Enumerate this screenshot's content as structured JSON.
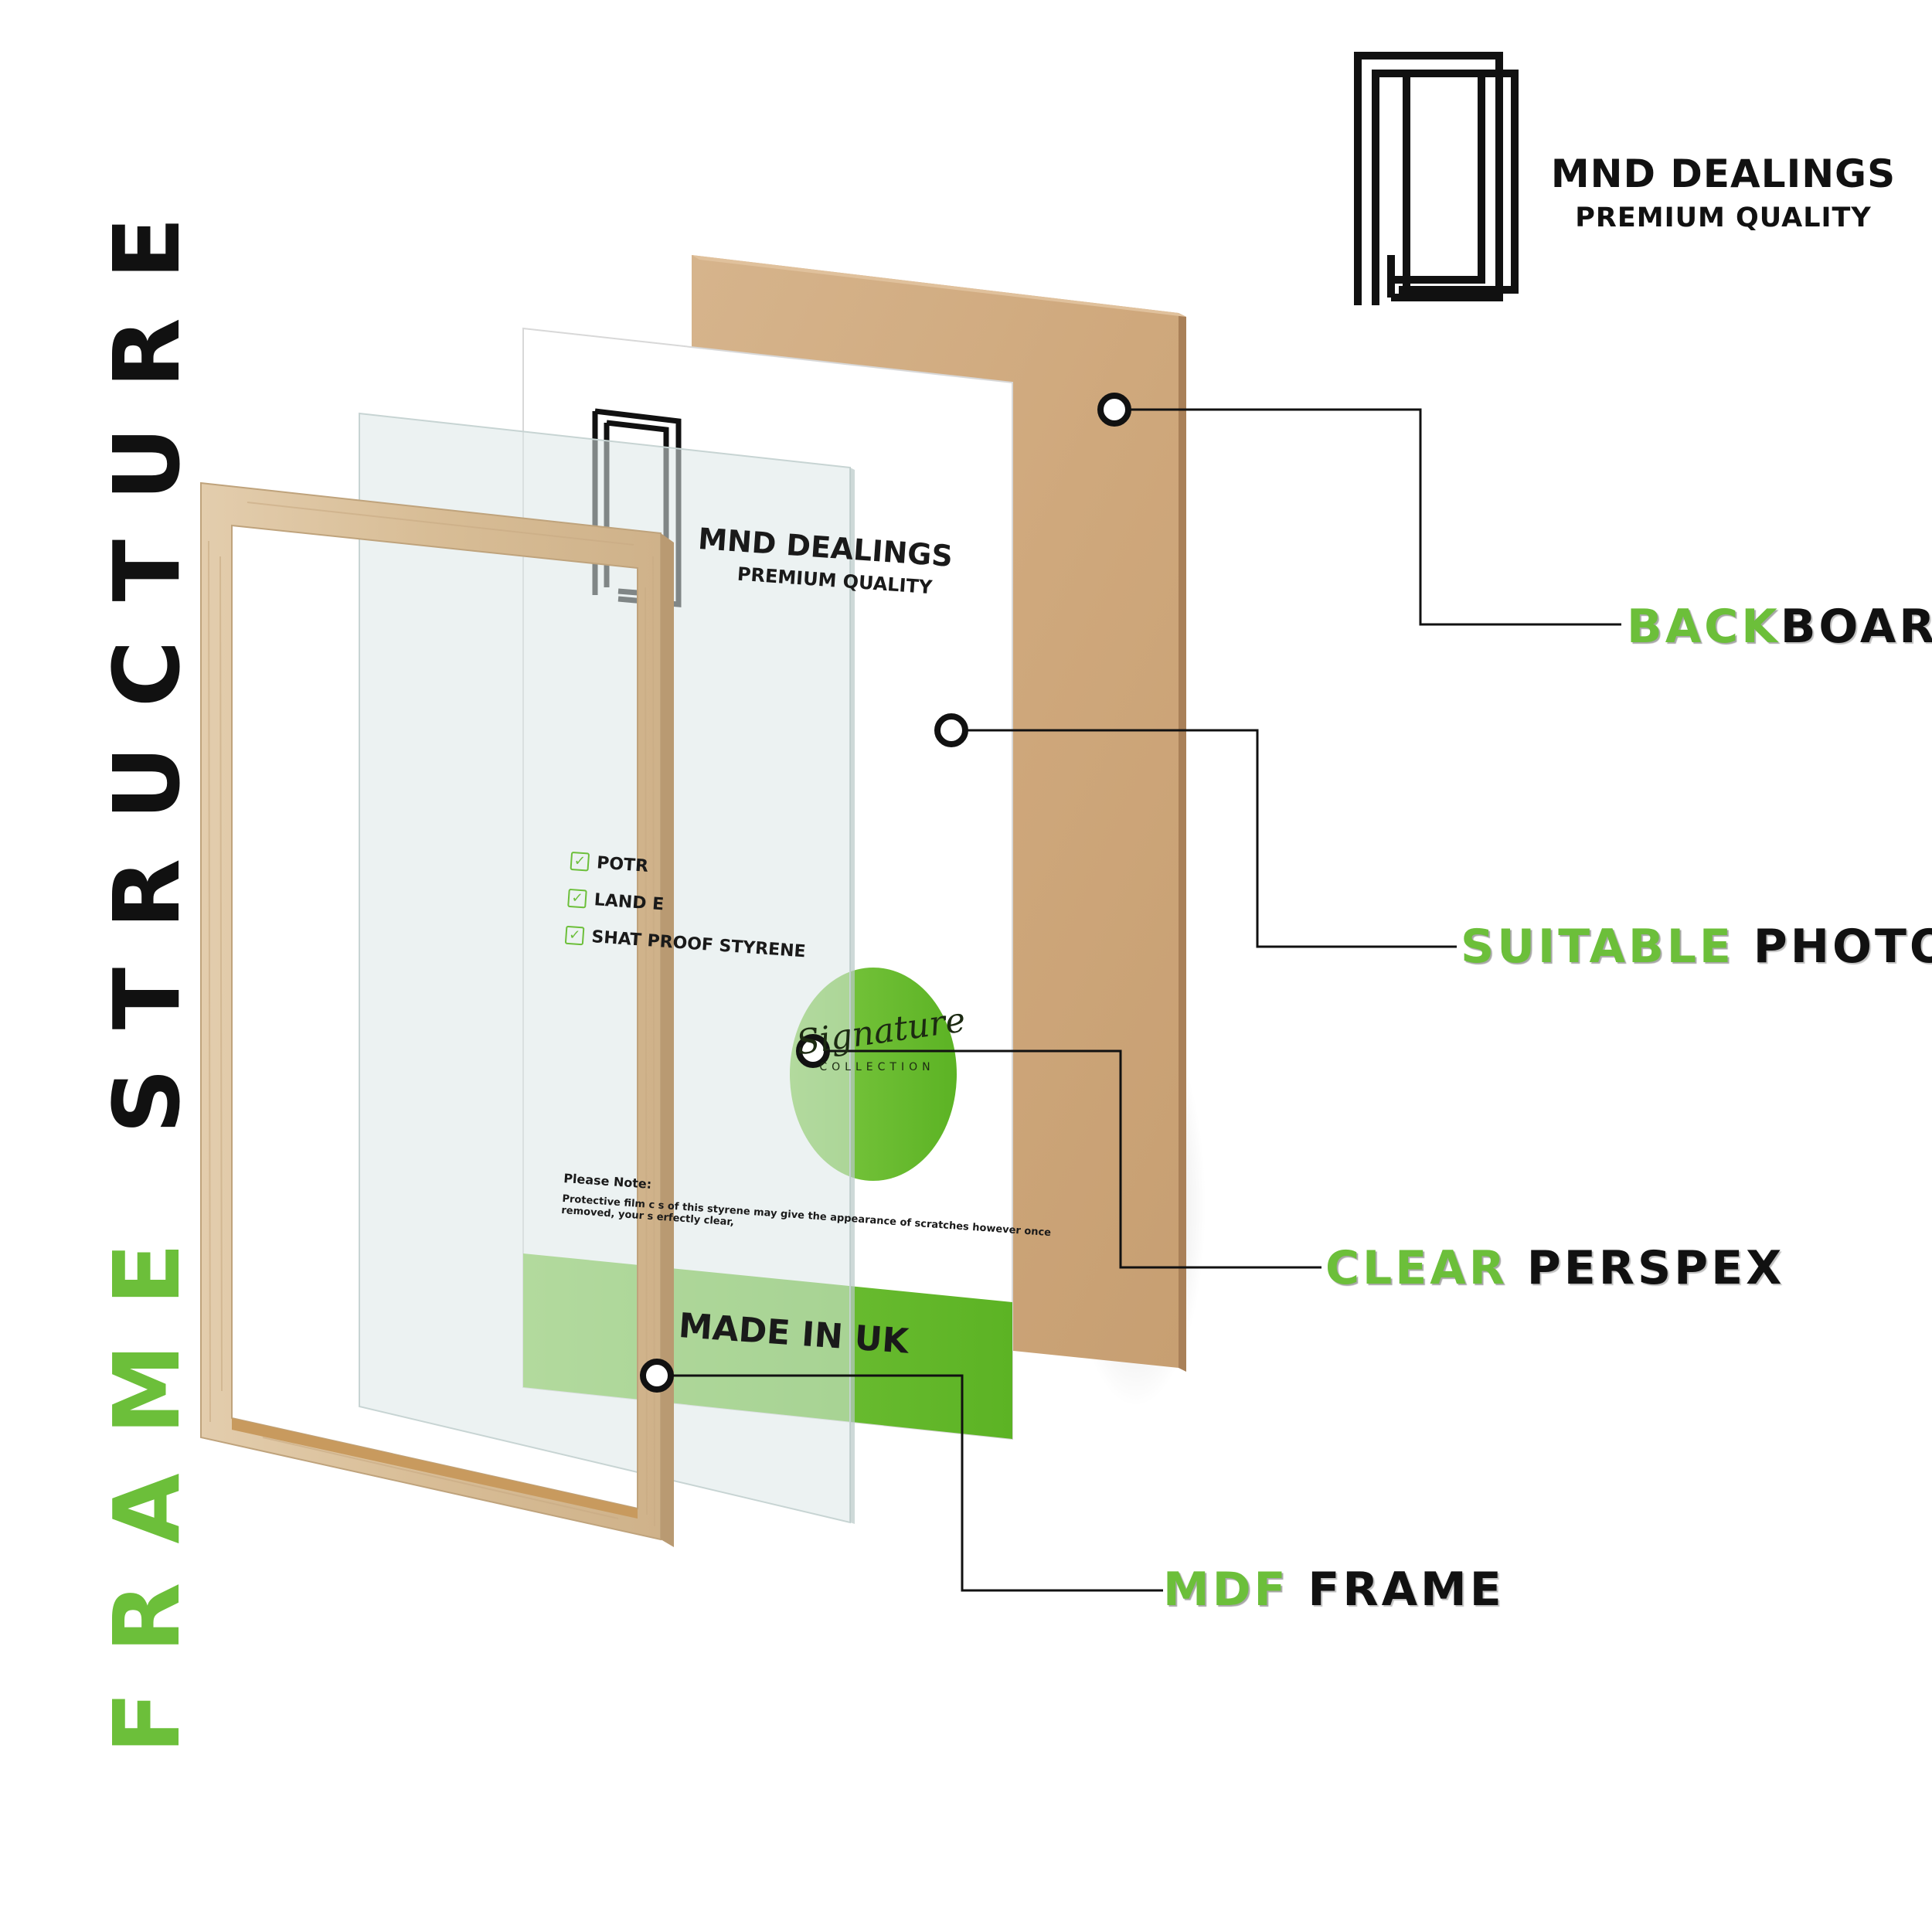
{
  "title": {
    "part1": "FRAME",
    "part2": "STRUCTURE"
  },
  "brand": {
    "name": "MND DEALINGS",
    "tagline": "PREMIUM QUALITY"
  },
  "insert": {
    "brand_name": "MND DEALINGS",
    "brand_tagline": "PREMIUM QUALITY",
    "features": [
      "POTR",
      "LAND         E",
      "SHAT      PROOF STYRENE"
    ],
    "note_heading": "Please Note:",
    "note_line1": "Protective film c        s of this styrene may give the appearance of scratches however once",
    "note_line2": "removed, your s        erfectly clear,",
    "footer": "MADE IN UK",
    "badge_script": "Signature",
    "badge_caption": "COLLECTION"
  },
  "labels": {
    "backboard": {
      "green": "BACK",
      "black": "BOARD"
    },
    "photo": {
      "green": "SUITABLE",
      "black": " PHOTO"
    },
    "perspex": {
      "green": "CLEAR",
      "black": " PERSPEX"
    },
    "frame": {
      "green": "MDF",
      "black": " FRAME"
    }
  },
  "colors": {
    "accent_green": "#6cbf3a",
    "text_black": "#111111",
    "mdf_brown": "#cfa87e",
    "oak": "#dcc3a0"
  }
}
